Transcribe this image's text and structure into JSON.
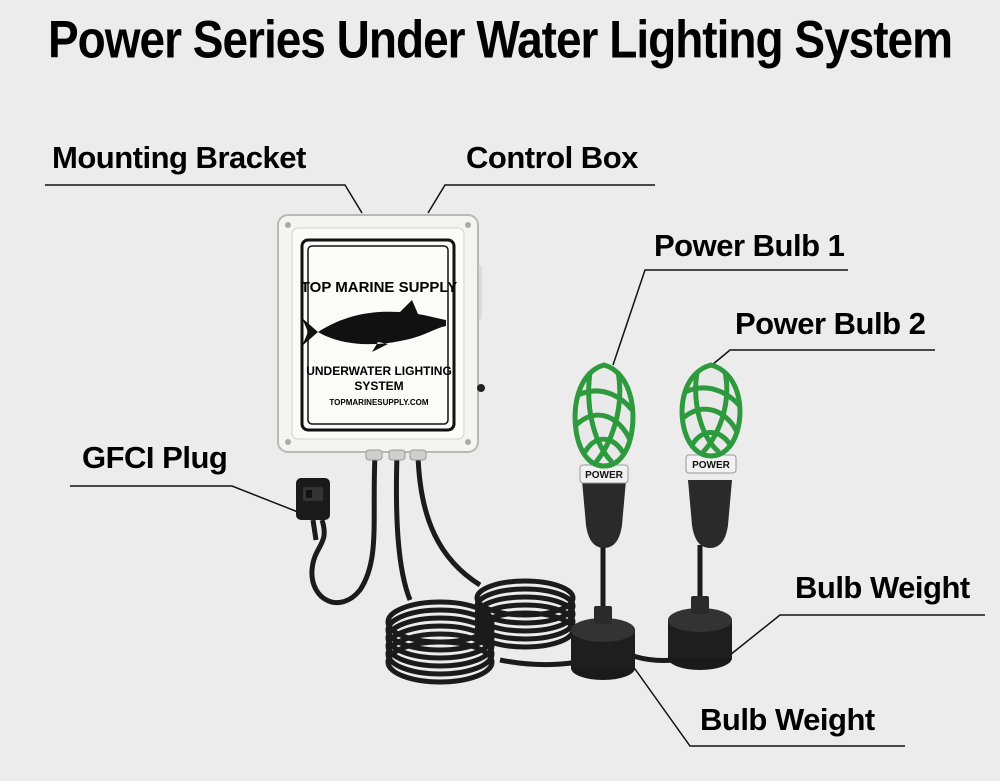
{
  "title": "Power Series Under Water Lighting System",
  "labels": {
    "mounting_bracket": "Mounting Bracket",
    "control_box": "Control Box",
    "power_bulb_1": "Power Bulb 1",
    "power_bulb_2": "Power Bulb 2",
    "gfci_plug": "GFCI Plug",
    "bulb_weight_right": "Bulb Weight",
    "bulb_weight_bottom": "Bulb Weight"
  },
  "box": {
    "brand": "TOP MARINE SUPPLY",
    "line1": "UNDERWATER LIGHTING",
    "line2": "SYSTEM",
    "url": "TOPMARINESUPPLY.COM"
  },
  "bulb_text": "POWER",
  "colors": {
    "background": "#ececec",
    "bulb_cage": "#2e9a3e",
    "housing": "#2a2a2a",
    "box": "#f4f4f0"
  }
}
